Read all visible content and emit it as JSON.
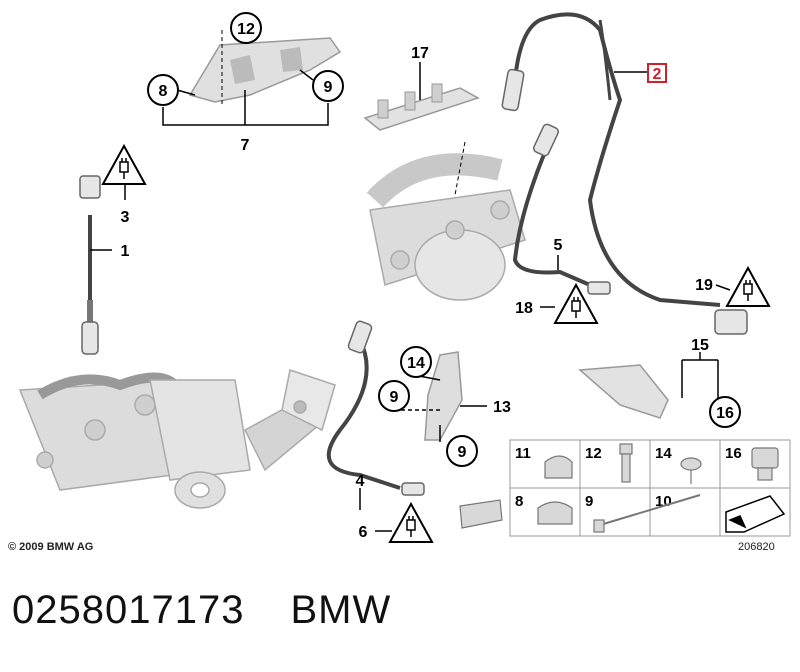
{
  "callouts": {
    "c1": "1",
    "c2": "2",
    "c3": "3",
    "c4": "4",
    "c5": "5",
    "c6": "6",
    "c7": "7",
    "c8a": "8",
    "c9a": "9",
    "c12": "12",
    "c13": "13",
    "c14": "14",
    "c15": "15",
    "c16": "16",
    "c17": "17",
    "c18": "18",
    "c19": "19",
    "c9b": "9",
    "c9c": "9"
  },
  "parts_table": [
    {
      "label": "11",
      "icon": "clip-icon"
    },
    {
      "label": "12",
      "icon": "bolt-icon"
    },
    {
      "label": "14",
      "icon": "screw-icon"
    },
    {
      "label": "16",
      "icon": "clamp-icon"
    },
    {
      "label": "8",
      "icon": "cable-holder-icon"
    },
    {
      "label": "9",
      "icon": "clip-nut-icon"
    },
    {
      "label": "10",
      "icon": "cable-tie-icon"
    },
    {
      "label": "",
      "icon": "arrow-icon"
    }
  ],
  "copyright": "© 2009 BMW AG",
  "drawing_number": "206820",
  "footer": {
    "part_number": "0258017173",
    "brand": "BMW"
  },
  "colors": {
    "highlight": "#d0202a",
    "part_gray": "#d8d8d8",
    "cable": "#555555"
  }
}
